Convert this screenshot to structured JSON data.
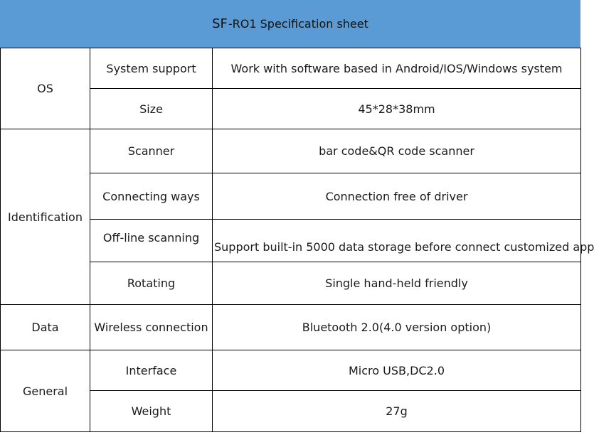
{
  "header": {
    "title_prefix": "SF",
    "title_rest": "-RO1 Specification sheet"
  },
  "colors": {
    "header_bg": "#5b9bd5",
    "border": "#000000"
  },
  "table": {
    "rows": [
      {
        "category": "OS",
        "spec": "System support",
        "value": "Work with software based in Android/IOS/Windows system"
      },
      {
        "spec": "Size",
        "value": "45*28*38mm"
      },
      {
        "category": "Identification",
        "spec": "Scanner",
        "value": "bar code&QR code scanner"
      },
      {
        "spec": "Connecting ways",
        "value": "Connection free of driver"
      },
      {
        "spec": "Off-line scanning",
        "value": "Support built-in 5000 data storage before connect customized app"
      },
      {
        "spec": "Rotating",
        "value": "Single hand-held friendly"
      },
      {
        "category": "Data",
        "spec": "Wireless connection",
        "value": "Bluetooth 2.0(4.0 version option)"
      },
      {
        "category": "General",
        "spec": "Interface",
        "value": "Micro USB,DC2.0"
      },
      {
        "spec": "Weight",
        "value": "27g"
      }
    ]
  }
}
